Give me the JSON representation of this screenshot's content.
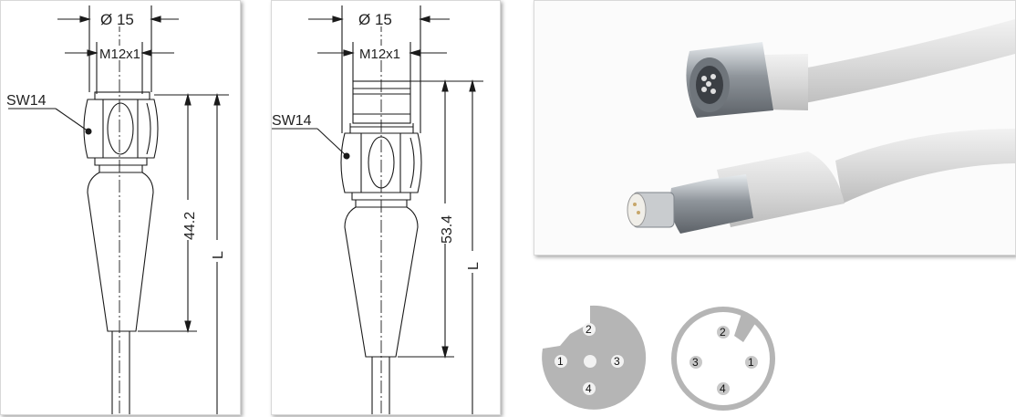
{
  "drawing_a": {
    "diameter": "Ø 15",
    "thread": "M12x1",
    "wrench": "SW14",
    "length_dim": "44.2",
    "overall": "L"
  },
  "drawing_b": {
    "diameter": "Ø 15",
    "thread": "M12x1",
    "wrench": "SW14",
    "length_dim": "53.4",
    "overall": "L"
  },
  "pinout_female": {
    "pins": [
      "2",
      "1",
      "3",
      "4"
    ]
  },
  "pinout_male": {
    "pins": [
      "2",
      "3",
      "1",
      "4"
    ]
  },
  "colors": {
    "line": "#1a1a1a",
    "female_face": "#b5b5b5",
    "male_ring": "#b5b5b5",
    "pin": "#c8c8c8",
    "cable": "#dcdcdc",
    "metal": "#9aa0a6"
  }
}
